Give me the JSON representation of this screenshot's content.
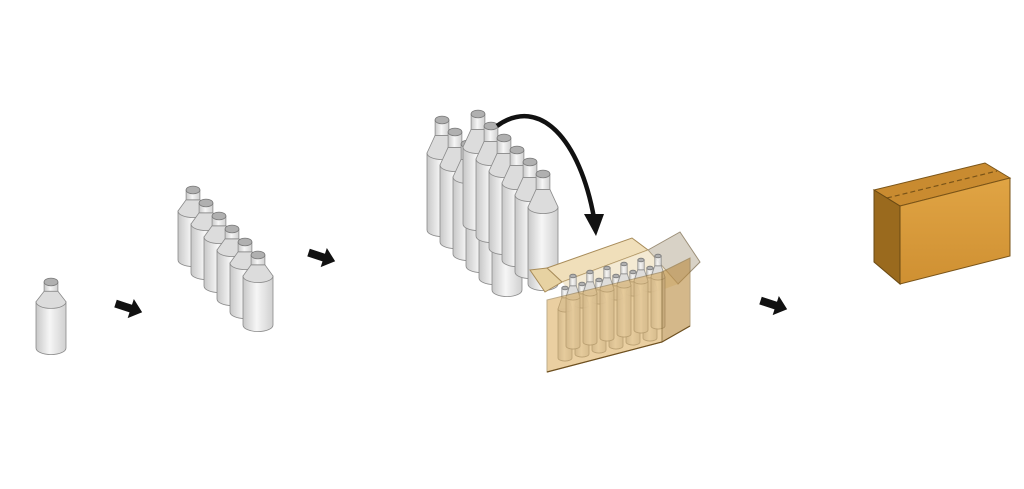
{
  "diagram": {
    "stages": [
      {
        "id": "single-bottle",
        "bottle_count": 1
      },
      {
        "id": "bottle-row",
        "bottle_count": 6
      },
      {
        "id": "bottle-grid",
        "bottle_count": 12
      },
      {
        "id": "open-carton",
        "bottle_count": 12
      },
      {
        "id": "sealed-carton",
        "bottle_count": 0
      }
    ],
    "connectors": [
      {
        "from": "single-bottle",
        "to": "bottle-row"
      },
      {
        "from": "bottle-row",
        "to": "bottle-grid"
      },
      {
        "from": "bottle-grid",
        "to": "open-carton"
      },
      {
        "from": "open-carton",
        "to": "sealed-carton"
      }
    ],
    "colors": {
      "bottle_light": "#f4f4f4",
      "bottle_shade": "#c4c4c4",
      "cap": "#b0b0b0",
      "carton_front": "#d69a3a",
      "carton_side": "#a8701c",
      "carton_top": "#c98b30",
      "carton_flap": "#ead7ad",
      "arrow": "#111111"
    }
  }
}
